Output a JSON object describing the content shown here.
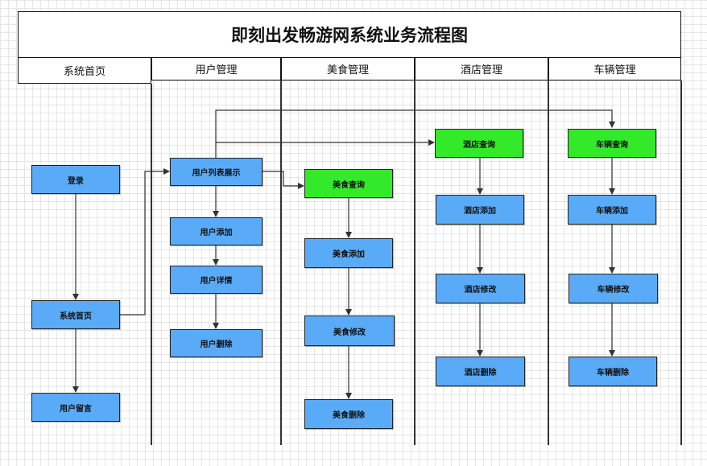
{
  "title": "即刻出发畅游网系统业务流程图",
  "lanes": [
    "系统首页",
    "用户管理",
    "美食管理",
    "酒店管理",
    "车辆管理"
  ],
  "nodes": {
    "login": "登录",
    "home": "系统首页",
    "message": "用户留言",
    "user_list": "用户列表展示",
    "user_add": "用户添加",
    "user_detail": "用户详情",
    "user_delete": "用户删除",
    "food_query": "美食查询",
    "food_add": "美食添加",
    "food_edit": "美食修改",
    "food_delete": "美食删除",
    "hotel_query": "酒店查询",
    "hotel_add": "酒店添加",
    "hotel_edit": "酒店修改",
    "hotel_delete": "酒店删除",
    "car_query": "车辆查询",
    "car_add": "车辆添加",
    "car_edit": "车辆修改",
    "car_delete": "车辆删除"
  },
  "colors": {
    "node_blue": "#5aabf7",
    "node_green": "#33ea2a",
    "edge": "#333333"
  }
}
